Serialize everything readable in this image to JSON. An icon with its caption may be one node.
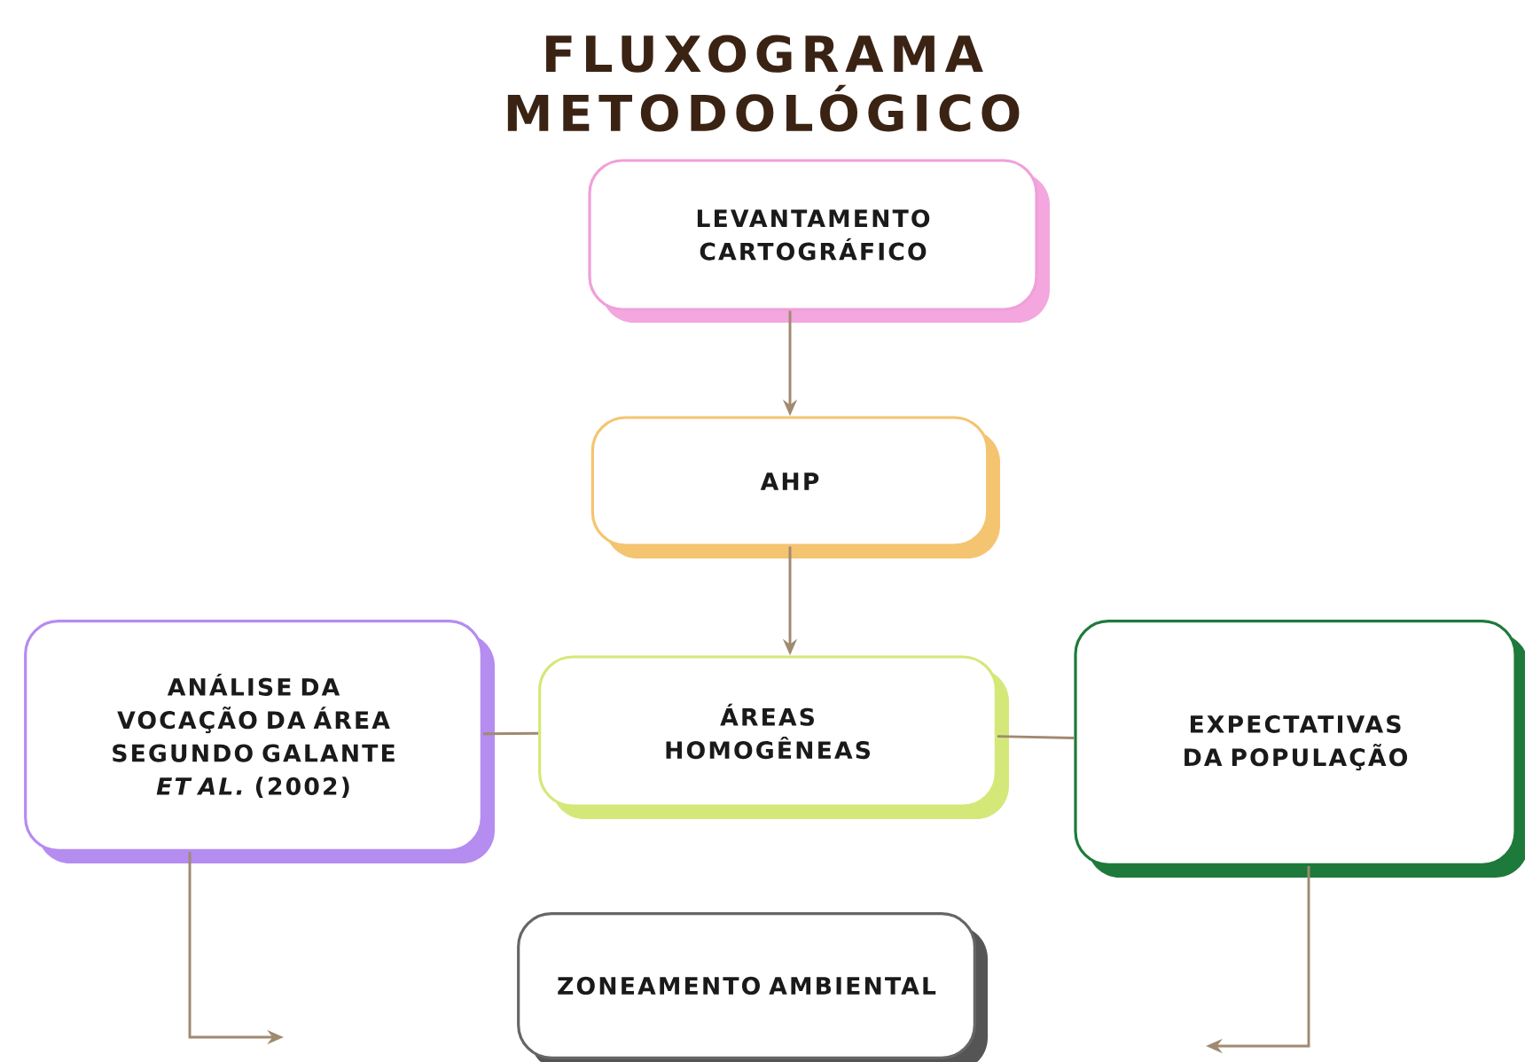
{
  "diagram": {
    "title": "FLUXOGRAMA METODOLÓGICO",
    "nodes": [
      {
        "text": [
          "LEVANTAMENTO CARTOGRÁFICO"
        ]
      },
      {
        "text": [
          "AHP"
        ]
      },
      {
        "text": [
          "ANÁLISE DA VOCAÇÃO DA ÁREA SEGUNDO GALANTE *ET AL.* (2002)"
        ]
      },
      {
        "text": [
          "ÁREAS HOMOGÊNEAS"
        ]
      },
      {
        "text": [
          "EXPECTATIVAS DA POPULAÇÃO"
        ]
      },
      {
        "text": [
          "ZONEAMENTO AMBIENTAL"
        ]
      }
    ],
    "edges": [
      {
        "from": 0,
        "to": 1,
        "arrow": "to"
      },
      {
        "from": 1,
        "to": 3,
        "arrow": "to"
      },
      {
        "from": 2,
        "to": 3,
        "arrow": "none"
      },
      {
        "from": 3,
        "to": 4,
        "arrow": "none"
      },
      {
        "from": 2,
        "to": null,
        "arrow": "to"
      },
      {
        "from": 4,
        "to": null,
        "arrow": "to"
      }
    ]
  }
}
